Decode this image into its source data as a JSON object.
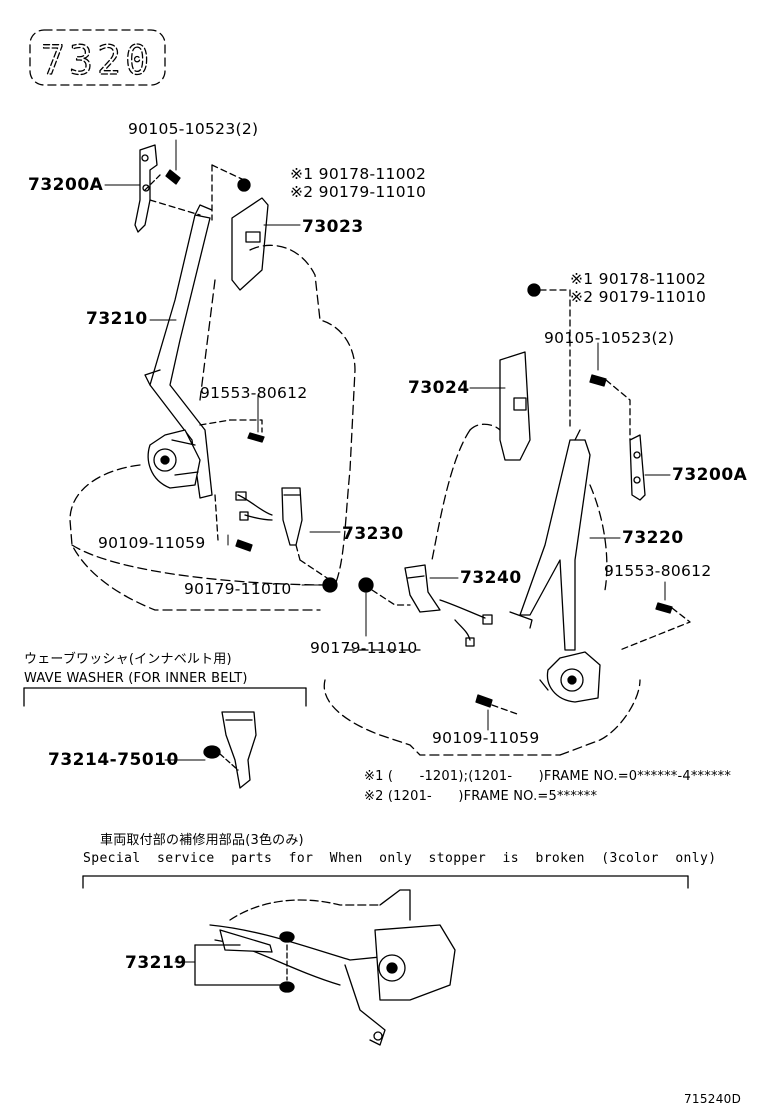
{
  "section_code": "7320",
  "parts": {
    "p73200A_left": "73200A",
    "p73200A_right": "73200A",
    "p73023": "73023",
    "p73024": "73024",
    "p73210": "73210",
    "p73220": "73220",
    "p73230": "73230",
    "p73240": "73240",
    "p73214": "73214-75010",
    "p73219": "73219",
    "bolt_left": "90105-10523(2)",
    "bolt_right": "90105-10523(2)",
    "nut_l1": "※1 90178-11002",
    "nut_l2": "※2 90179-11010",
    "nut_r1": "※1 90178-11002",
    "nut_r2": "※2 90179-11010",
    "screw_left": "91553-80612",
    "screw_right": "91553-80612",
    "bolt_lower_left": "90109-11059",
    "bolt_lower_right": "90109-11059",
    "nut_lower_left": "90179-11010",
    "nut_lower_center": "90179-11010"
  },
  "notes": {
    "wave_jp": "ウェーブワッシャ(インナベルト用)",
    "wave_en": "WAVE WASHER (FOR INNER BELT)",
    "footnote1": "※1 (　　-1201);(1201-　　)FRAME NO.=0******-4******",
    "footnote2": "※2 (1201-　　)FRAME NO.=5******",
    "special_jp": "車両取付部の補修用部品(3色のみ)",
    "special_en": "Special  service  parts  for  When  only  stopper  is  broken  (3color  only)"
  },
  "figure_id": "715240D"
}
